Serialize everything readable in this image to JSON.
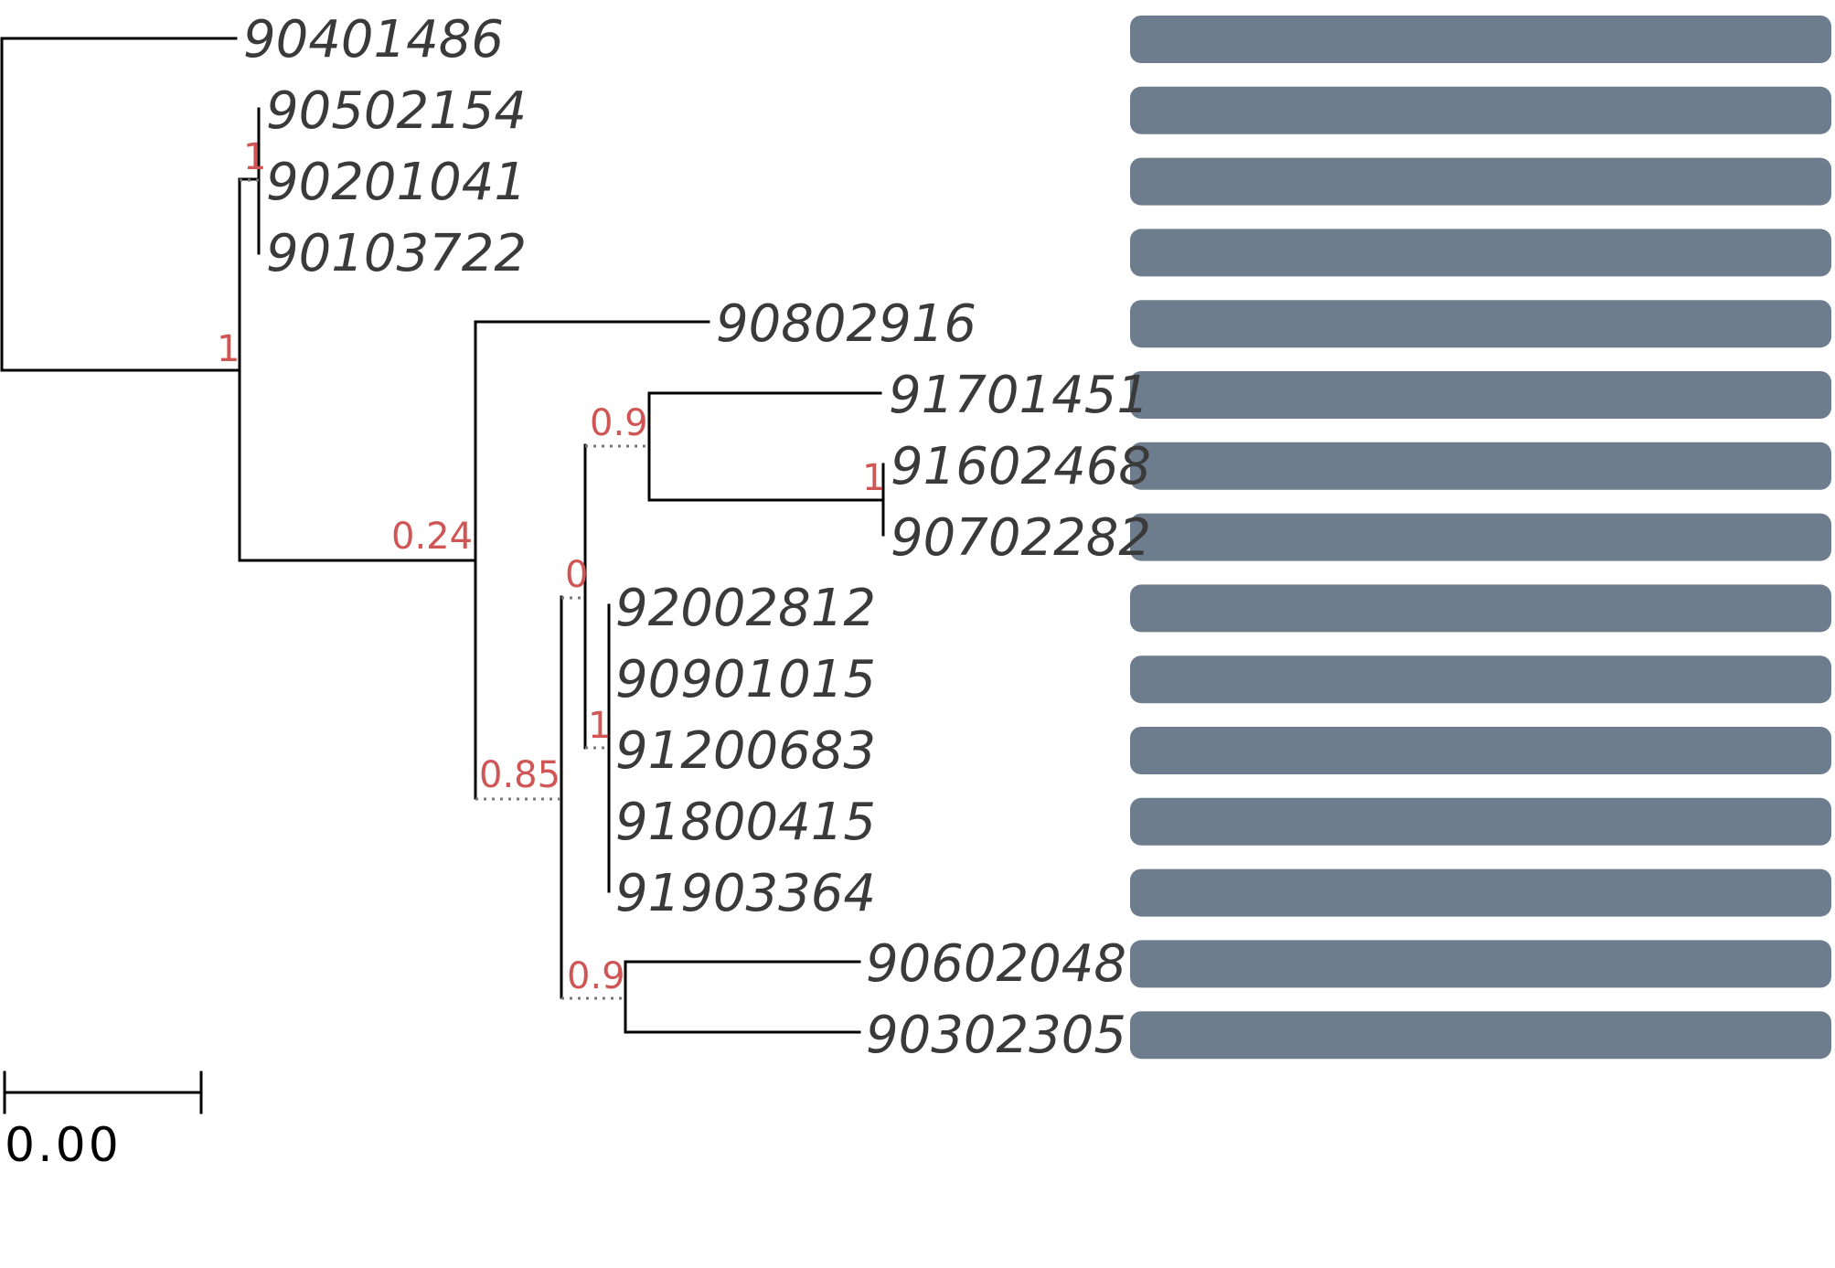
{
  "colors": {
    "branch": "#000000",
    "support": "#d05656",
    "leaf_label": "#3a3a3a",
    "bar": "#6e7d8e",
    "dotted": "#777777"
  },
  "leaves": [
    {
      "label": "90401486"
    },
    {
      "label": "90502154"
    },
    {
      "label": "90201041"
    },
    {
      "label": "90103722"
    },
    {
      "label": "90802916"
    },
    {
      "label": "91701451"
    },
    {
      "label": "91602468"
    },
    {
      "label": "90702282"
    },
    {
      "label": "92002812"
    },
    {
      "label": "90901015"
    },
    {
      "label": "91200683"
    },
    {
      "label": "91800415"
    },
    {
      "label": "91903364"
    },
    {
      "label": "90602048"
    },
    {
      "label": "90302305"
    }
  ],
  "supports": {
    "clade_a": "1",
    "clade_b": "1",
    "clade_c": "0.24",
    "clade_d": "0",
    "clade_e": "0.9",
    "clade_f": "1",
    "clade_g": "0.85",
    "clade_h": "1",
    "clade_i": "0.9"
  },
  "scale": {
    "label": "0.00"
  }
}
